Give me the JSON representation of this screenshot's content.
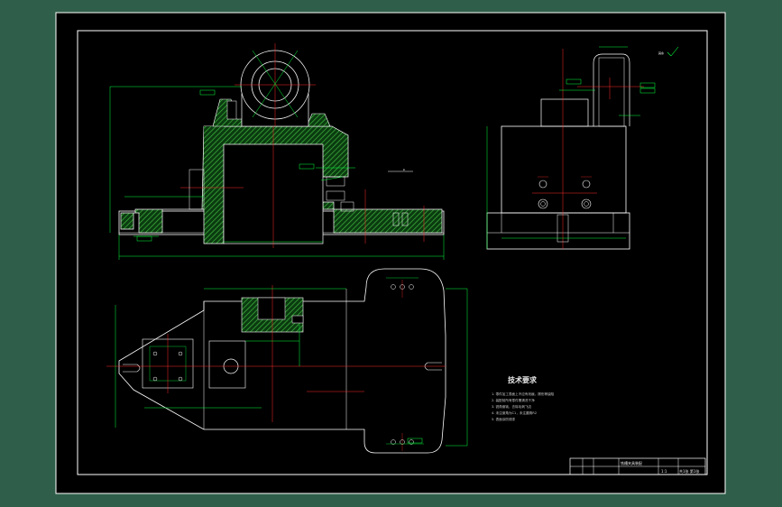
{
  "drawing": {
    "technical_requirements": {
      "title": "技术要求",
      "items": [
        "1. 零件加工表面上不应有划痕、擦伤等缺陷",
        "2. 装配前所有零件需清洗干净",
        "3. 锐角倒钝，去除毛刺飞边",
        "4. 未注倒角为C1，未注圆角R2",
        "5. 表面涂防锈漆"
      ]
    },
    "title_block": {
      "name": "铣槽夹具装配",
      "scale": "1:1",
      "sheet": "共1张 第1张"
    },
    "small_labels": {
      "roughness": "其余",
      "center_mark": "▪"
    }
  },
  "colors": {
    "background": "#2f5f4b",
    "sheet": "#000000",
    "outline": "#ffffff",
    "green": "#00ff3c",
    "red": "#ff2a2a",
    "hatch": "#2fa62f"
  }
}
